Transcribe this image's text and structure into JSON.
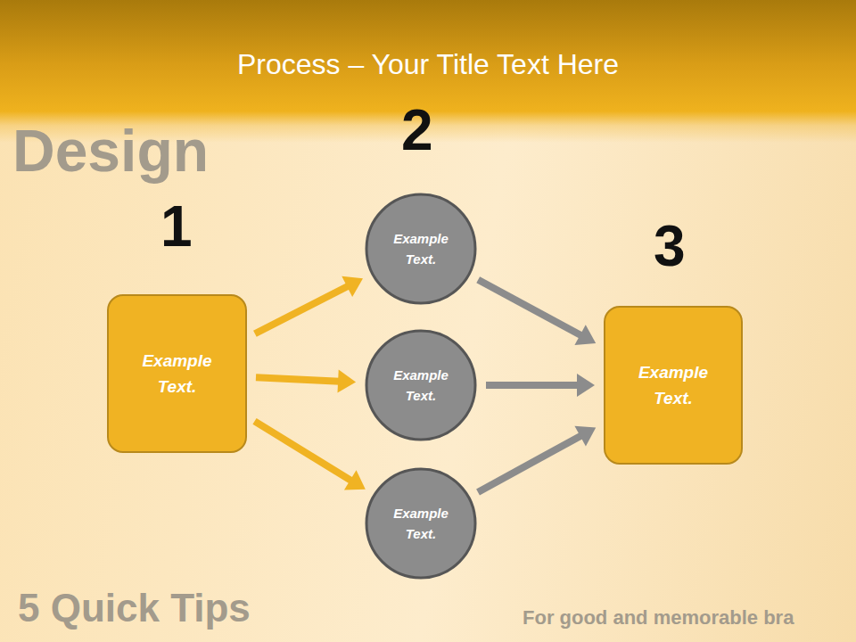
{
  "diagram": {
    "title": "Process – Your Title Text Here",
    "nodes": [
      {
        "text": [
          "Example Text."
        ]
      },
      {
        "text": [
          "Example Text."
        ]
      },
      {
        "text": [
          "Example Text."
        ]
      },
      {
        "text": [
          "Example Text."
        ]
      },
      {
        "text": [
          "Example Text."
        ]
      }
    ],
    "edges": [
      {
        "from": 0,
        "to": 1,
        "arrow": "to"
      },
      {
        "from": 0,
        "to": 2,
        "arrow": "to"
      },
      {
        "from": 0,
        "to": 3,
        "arrow": "to"
      },
      {
        "from": 1,
        "to": 4,
        "arrow": "to"
      },
      {
        "from": 2,
        "to": 4,
        "arrow": "to"
      },
      {
        "from": 3,
        "to": 4,
        "arrow": "to"
      }
    ],
    "labels": [
      "1",
      "2",
      "3",
      "Design",
      "5 Quick Tips",
      "For good and memorable bra"
    ]
  }
}
